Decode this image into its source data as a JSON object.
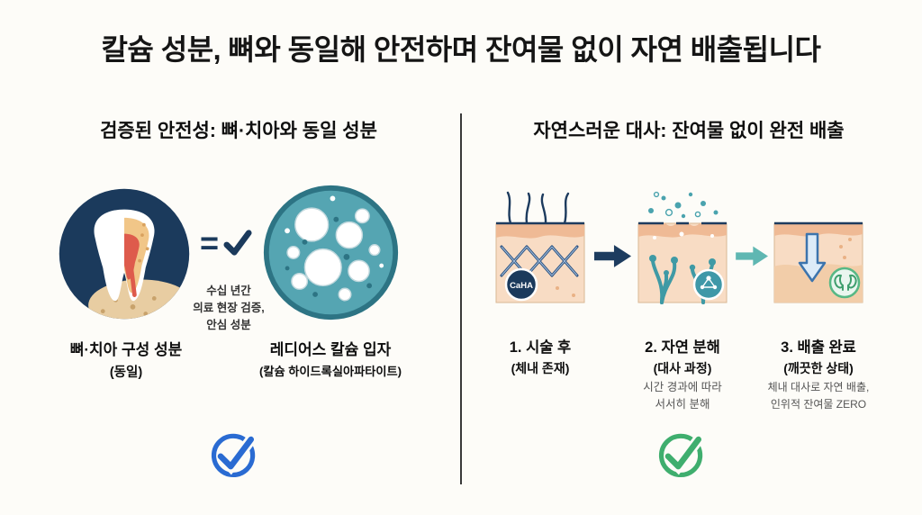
{
  "title": "칼슘 성분, 뼈와 동일해 안전하며 잔여물 없이 자연 배출됩니다",
  "left": {
    "heading": "검증된 안전성: 뼈·치아와 동일 성분",
    "equals_sign": "=",
    "note": "수십 년간\n의료 현장 검증,\n안심 성분",
    "bone": {
      "label": "뼈·치아 구성 성분",
      "sub": "(동일)"
    },
    "particle": {
      "label": "레디어스 칼슘 입자",
      "sub": "(칼슘 하이드록실아파타이트)"
    }
  },
  "right": {
    "heading": "자연스러운 대사: 잔여물 없이 완전 배출",
    "steps": [
      {
        "badge": "CaHA",
        "label": "1. 시술 후",
        "sub": "(체내 존재)",
        "note": ""
      },
      {
        "label": "2. 자연 분해",
        "sub": "(대사 과정)",
        "note": "시간 경과에 따라\n서서히 분해"
      },
      {
        "label": "3. 배출 완료",
        "sub": "(깨끗한 상태)",
        "note": "체내 대사로 자연 배출,\n인위적 잔여물 ZERO"
      }
    ]
  },
  "colors": {
    "navy": "#1b3a5c",
    "teal": "#4f9fae",
    "blue_check": "#2a6bd2",
    "green_check": "#3fae6e"
  }
}
